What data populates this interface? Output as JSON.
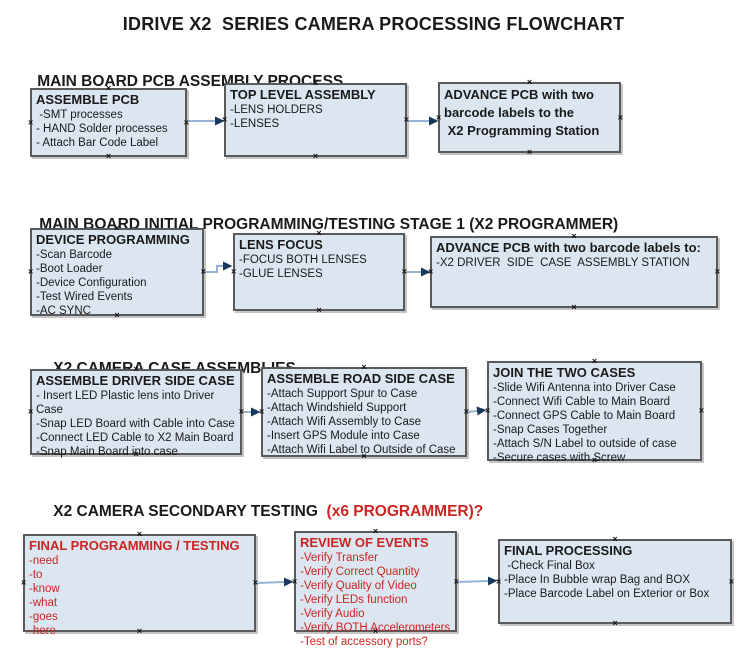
{
  "title": "IDRIVE X2  SERIES CAMERA PROCESSING FLOWCHART",
  "icons": {
    "connection_handle": "×",
    "arrowhead": "right-pointing-triangle"
  },
  "colors": {
    "box_fill": "#dce6f1",
    "box_border": "#5a5a5a",
    "connector_line": "#95b3d7",
    "arrowhead": "#17375d",
    "red_text": "#cb2522",
    "black_text": "#1a1a1a"
  },
  "sections": [
    {
      "heading": "MAIN BOARD PCB ASSEMBLY PROCESS",
      "heading_red": "",
      "boxes": [
        {
          "title": "ASSEMBLE PCB",
          "items": [
            " -SMT processes",
            "- HAND Solder processes",
            "- Attach Bar Code Label"
          ]
        },
        {
          "title": "TOP LEVEL ASSEMBLY",
          "items": [
            "-LENS HOLDERS",
            "-LENSES"
          ]
        },
        {
          "title": "ADVANCE PCB with two\nbarcode labels to the\n X2 Programming Station",
          "items": []
        }
      ]
    },
    {
      "heading": "MAIN BOARD INITIAL PROGRAMMING/TESTING STAGE 1 (X2 PROGRAMMER)",
      "heading_red": "",
      "boxes": [
        {
          "title": "DEVICE PROGRAMMING",
          "items": [
            "-Scan Barcode",
            "-Boot Loader",
            "-Device Configuration",
            "-Test Wired Events",
            "-AC SYNC"
          ]
        },
        {
          "title": "LENS FOCUS",
          "items": [
            "-FOCUS BOTH LENSES",
            "-GLUE LENSES"
          ]
        },
        {
          "title": "ADVANCE PCB with two barcode labels to:",
          "items": [
            "-X2 DRIVER  SIDE  CASE  ASSEMBLY STATION"
          ]
        }
      ]
    },
    {
      "heading": "X2 CAMERA CASE ASSEMBLIES",
      "heading_red": "",
      "boxes": [
        {
          "title": "ASSEMBLE DRIVER SIDE CASE",
          "items": [
            "- Insert LED Plastic lens into Driver Case",
            "-Snap LED Board with Cable into Case",
            "-Connect LED Cable to X2 Main Board",
            "-Snap Main Board into case"
          ]
        },
        {
          "title": "ASSEMBLE ROAD SIDE CASE",
          "items": [
            "-Attach Support Spur to Case",
            "-Attach Windshield Support",
            "-Attach Wifi Assembly to Case",
            "-Insert GPS Module into Case",
            "-Attach Wifi Label to Outside of Case"
          ]
        },
        {
          "title": "JOIN THE TWO CASES",
          "items": [
            "-Slide Wifi Antenna into Driver Case",
            "-Connect Wifi Cable to Main Board",
            "-Connect GPS Cable to Main Board",
            "-Snap Cases Together",
            "-Attach S/N Label to outside of case",
            "-Secure cases with Screw"
          ]
        }
      ]
    },
    {
      "heading": "X2 CAMERA SECONDARY TESTING",
      "heading_red": "  (x6 PROGRAMMER)?",
      "boxes": [
        {
          "title": "FINAL PROGRAMMING / TESTING",
          "items": [
            "-need",
            "-to",
            "-know",
            "-what",
            "-goes",
            "-here"
          ]
        },
        {
          "title": "REVIEW OF EVENTS",
          "items": [
            "-Verify Transfer",
            "-Verify Correct Quantity",
            "-Verify Quality of Video",
            "-Verify LEDs function",
            "-Verify Audio",
            "-Verify BOTH Accelerometers",
            "-Test of accessory ports?"
          ]
        },
        {
          "title": "FINAL PROCESSING",
          "items": [
            " -Check Final Box",
            "-Place In Bubble wrap Bag and BOX",
            "-Place Barcode Label on Exterior or Box"
          ]
        }
      ]
    }
  ]
}
